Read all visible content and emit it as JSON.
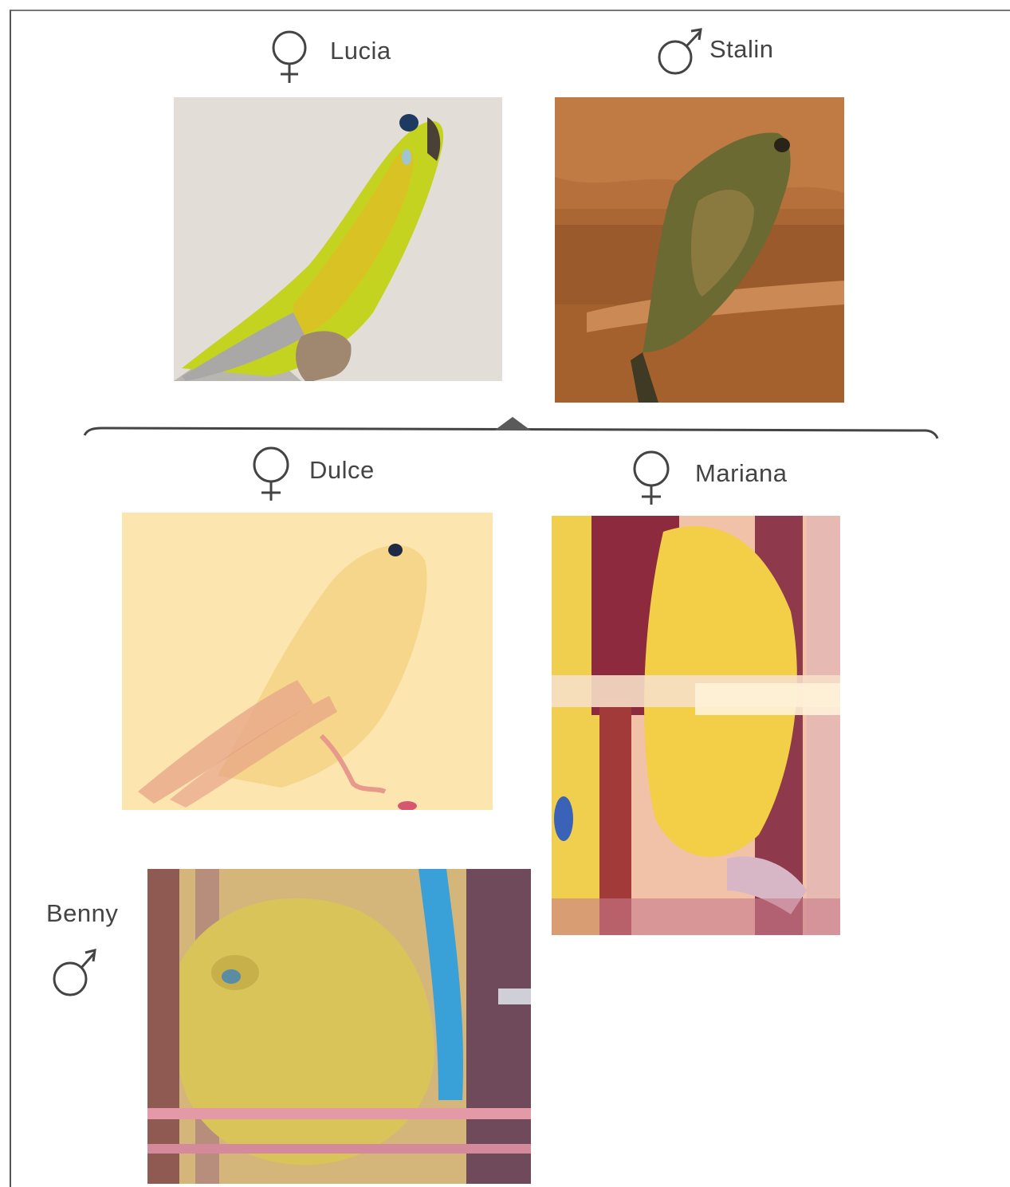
{
  "parents": {
    "mother": {
      "name": "Lucia",
      "sex": "female",
      "symbol": "venus-icon"
    },
    "father": {
      "name": "Stalin",
      "sex": "male",
      "symbol": "mars-icon"
    }
  },
  "offspring": [
    {
      "name": "Dulce",
      "sex": "female",
      "symbol": "venus-icon"
    },
    {
      "name": "Mariana",
      "sex": "female",
      "symbol": "venus-icon"
    },
    {
      "name": "Benny",
      "sex": "male",
      "symbol": "mars-icon"
    }
  ],
  "colors": {
    "line": "#444444",
    "text": "#444444",
    "frame": "#555555"
  }
}
